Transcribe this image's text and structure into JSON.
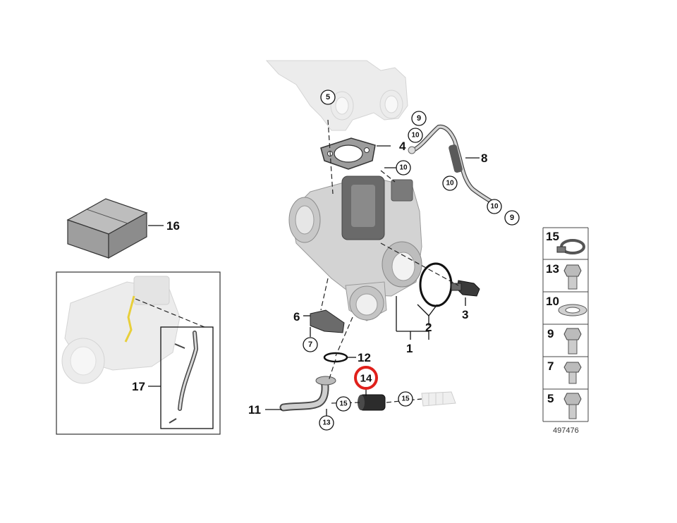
{
  "diagram": {
    "reference_number": "497476",
    "labels": {
      "p1": "1",
      "p2": "2",
      "p3": "3",
      "p4": "4",
      "p6": "6",
      "p8": "8",
      "p11": "11",
      "p12": "12",
      "p16": "16",
      "p17": "17"
    },
    "callouts": {
      "c5": "5",
      "c9a": "9",
      "c10a": "10",
      "c10b": "10",
      "c10c": "10",
      "c10d": "10",
      "c9b": "9",
      "c7": "7",
      "c14": "14",
      "c15a": "15",
      "c15b": "15",
      "c13": "13"
    },
    "legend": {
      "items": [
        {
          "number": "15",
          "icon": "hose-clamp-icon"
        },
        {
          "number": "13",
          "icon": "hex-bolt-icon"
        },
        {
          "number": "10",
          "icon": "seal-ring-icon"
        },
        {
          "number": "9",
          "icon": "banjo-bolt-icon"
        },
        {
          "number": "7",
          "icon": "flange-bolt-icon"
        },
        {
          "number": "5",
          "icon": "stud-bolt-icon"
        }
      ]
    },
    "highlight_color": "#e0201b",
    "inset_highlight_color": "#e8cf3a"
  }
}
